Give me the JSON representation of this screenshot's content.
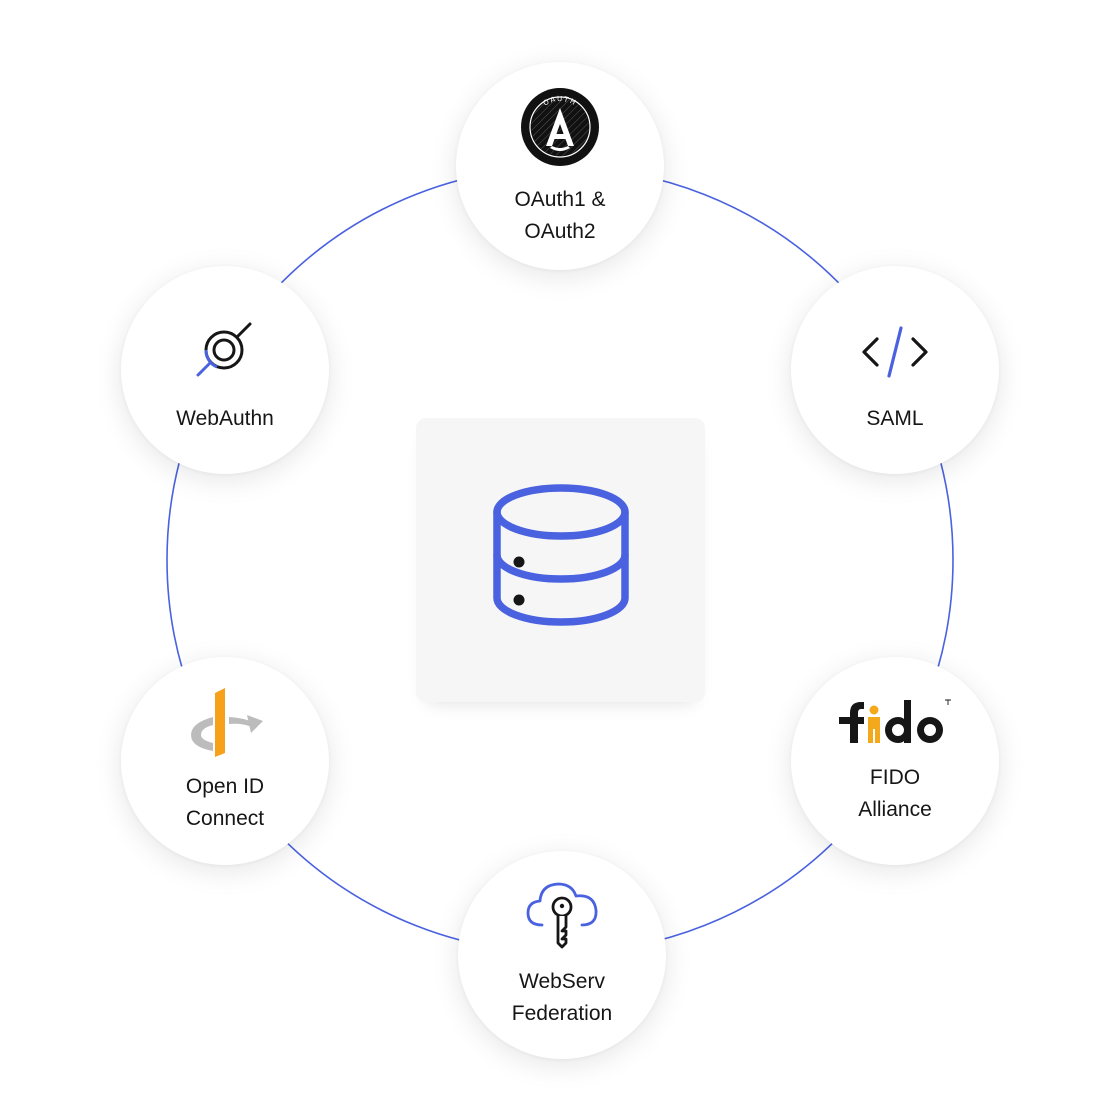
{
  "center": {
    "icon": "database-icon",
    "color": "#4a62df"
  },
  "ring_color": "#4a62df",
  "protocols": [
    {
      "id": "oauth",
      "label": "OAuth1 &\nOAuth2",
      "icon": "oauth-logo-icon",
      "logo_text": "OAUTH"
    },
    {
      "id": "saml",
      "label": "SAML",
      "icon": "code-brackets-icon"
    },
    {
      "id": "fido",
      "label": "FIDO\nAlliance",
      "icon": "fido-logo-icon",
      "logo_text": "fido"
    },
    {
      "id": "webserv",
      "label": "WebServ\nFederation",
      "icon": "cloud-key-icon"
    },
    {
      "id": "openid",
      "label": "Open ID\nConnect",
      "icon": "openid-logo-icon"
    },
    {
      "id": "webauthn",
      "label": "WebAuthn",
      "icon": "webauthn-logo-icon"
    }
  ],
  "colors": {
    "accent_blue": "#4a62df",
    "fido_orange": "#f4a91c",
    "openid_orange": "#f7a11b",
    "openid_gray": "#bcbcbc",
    "text": "#161616"
  }
}
